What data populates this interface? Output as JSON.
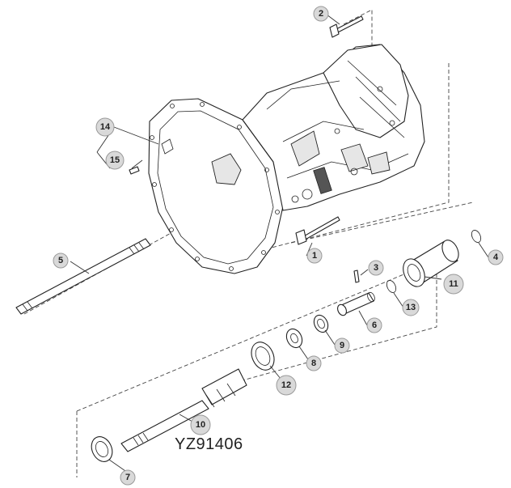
{
  "diagram_code": "YZ91406",
  "callouts": [
    {
      "id": "2",
      "label": "2"
    },
    {
      "id": "14",
      "label": "14"
    },
    {
      "id": "15",
      "label": "15"
    },
    {
      "id": "5",
      "label": "5"
    },
    {
      "id": "1",
      "label": "1"
    },
    {
      "id": "4",
      "label": "4"
    },
    {
      "id": "3",
      "label": "3"
    },
    {
      "id": "11",
      "label": "11"
    },
    {
      "id": "13",
      "label": "13"
    },
    {
      "id": "6",
      "label": "6"
    },
    {
      "id": "9",
      "label": "9"
    },
    {
      "id": "8",
      "label": "8"
    },
    {
      "id": "12",
      "label": "12"
    },
    {
      "id": "10",
      "label": "10"
    },
    {
      "id": "7",
      "label": "7"
    }
  ]
}
